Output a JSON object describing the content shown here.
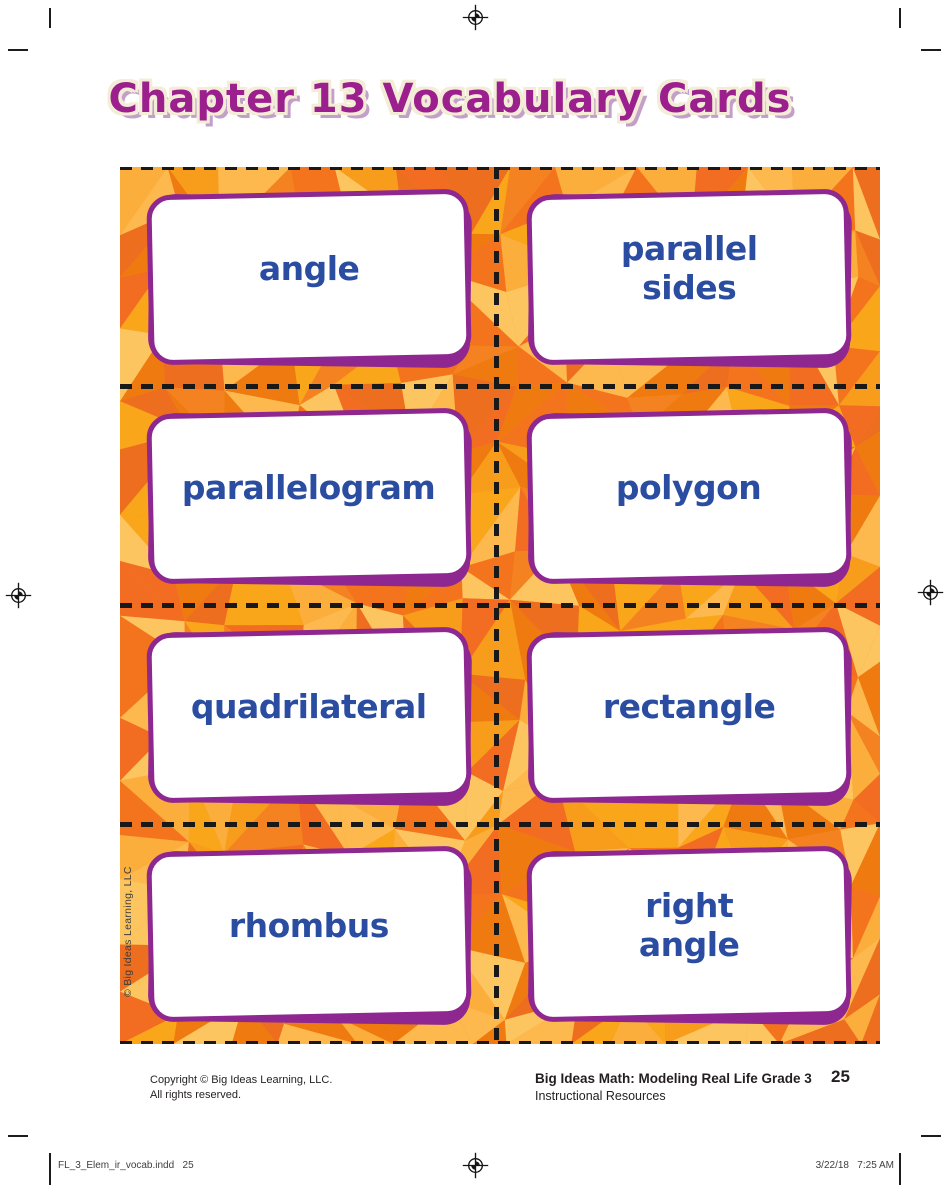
{
  "title": "Chapter 13 Vocabulary Cards",
  "side_copyright": "© Big Ideas Learning, LLC",
  "cards": [
    {
      "word": "angle"
    },
    {
      "word": "parallel\nsides"
    },
    {
      "word": "parallelogram"
    },
    {
      "word": "polygon"
    },
    {
      "word": "quadrilateral"
    },
    {
      "word": "rectangle"
    },
    {
      "word": "rhombus"
    },
    {
      "word": "right\nangle"
    }
  ],
  "footer": {
    "copyright_line1": "Copyright © Big Ideas Learning, LLC.",
    "copyright_line2": "All rights reserved.",
    "book_title": "Big Ideas Math: Modeling Real Life Grade 3",
    "book_subtitle": "Instructional Resources",
    "page_number": "25"
  },
  "slug": {
    "filename": "FL_3_Elem_ir_vocab.indd   25",
    "datetime": "3/22/18   7:25 AM"
  },
  "colors": {
    "title_purple": "#9c1f8e",
    "card_border_purple": "#8e2790",
    "word_blue": "#2b4da1",
    "panel_base_orange": "#f68b1f",
    "panel_palette": [
      "#f89c1c",
      "#f58220",
      "#faa61a",
      "#ef7b10",
      "#fdb94d",
      "#f4741e",
      "#fbae3c",
      "#ee6e1f",
      "#fdc55f",
      "#f26d21"
    ]
  }
}
